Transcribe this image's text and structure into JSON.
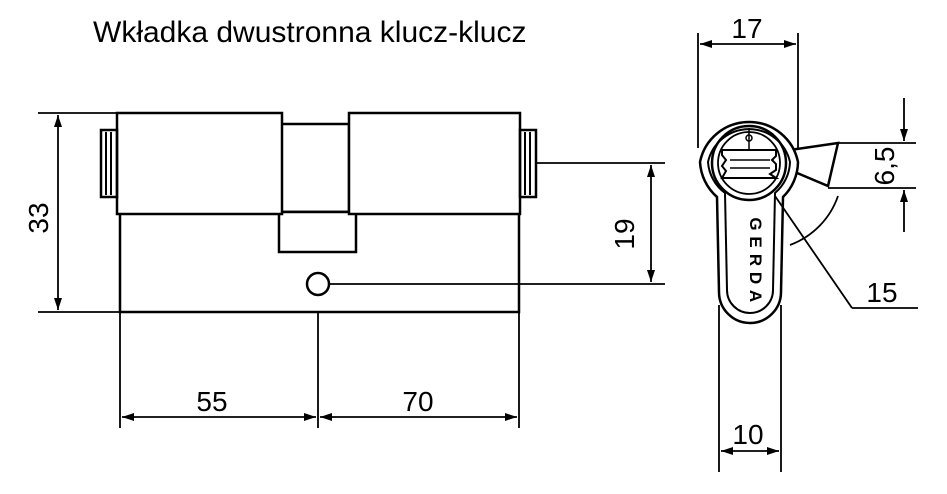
{
  "title": "Wkładka dwustronna klucz-klucz",
  "dimensions": {
    "overall_height": "33",
    "left_length": "55",
    "right_length": "70",
    "screw_height": "19",
    "top_width": "17",
    "cam_width": "6,5",
    "cam_radius": "15",
    "bottom_width": "10"
  },
  "brand": [
    "G",
    "E",
    "R",
    "D",
    "A"
  ],
  "colors": {
    "line": "#000000",
    "background": "#ffffff"
  }
}
